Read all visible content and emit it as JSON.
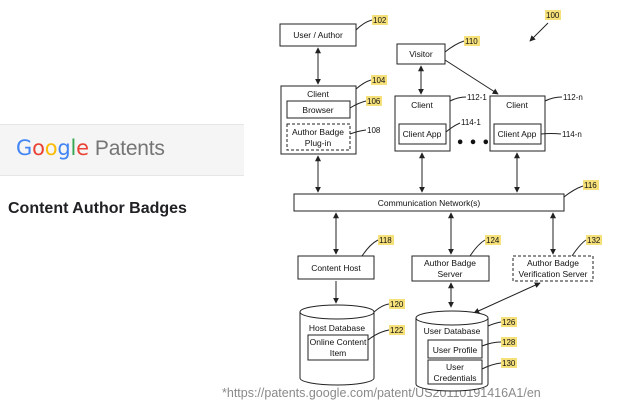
{
  "brand": {
    "logo_letters": [
      "G",
      "o",
      "o",
      "g",
      "l",
      "e"
    ],
    "logo_product": "Patents",
    "logo_colors": [
      "#4285F4",
      "#EA4335",
      "#FBBC05",
      "#4285F4",
      "#34A853",
      "#EA4335"
    ]
  },
  "page_title": "Content Author Badges",
  "source_url": "*https://patents.google.com/patent/US20110191416A1/en",
  "figure": {
    "figure_ref": "100",
    "boxes": {
      "user_author": "User / Author",
      "visitor": "Visitor",
      "client": "Client",
      "browser": "Browser",
      "plugin_line1": "Author Badge",
      "plugin_line2": "Plug-in",
      "client_1": "Client",
      "client_app_1": "Client App",
      "client_n": "Client",
      "client_app_n": "Client App",
      "network": "Communication Network(s)",
      "content_host": "Content Host",
      "badge_server_line1": "Author Badge",
      "badge_server_line2": "Server",
      "verify_line1": "Author Badge",
      "verify_line2": "Verification Server",
      "host_db": "Host Database",
      "online_content_line1": "Online Content",
      "online_content_line2": "Item",
      "user_db": "User Database",
      "user_profile": "User Profile",
      "user_cred_line1": "User",
      "user_cred_line2": "Credentials",
      "ellipsis": "• • •"
    },
    "refs": {
      "r102": "102",
      "r110": "110",
      "r104": "104",
      "r106": "106",
      "r108": "108",
      "r112_1": "112-1",
      "r114_1": "114-1",
      "r112_n": "112-n",
      "r114_n": "114-n",
      "r116": "116",
      "r118": "118",
      "r124": "124",
      "r132": "132",
      "r120": "120",
      "r122": "122",
      "r126": "126",
      "r128": "128",
      "r130": "130"
    }
  }
}
